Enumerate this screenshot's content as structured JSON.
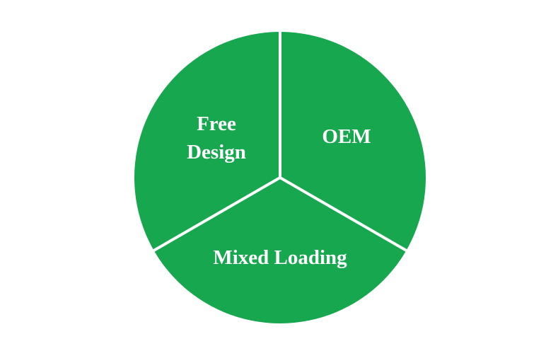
{
  "diagram": {
    "sectors": [
      {
        "id": "free-design",
        "lines": [
          "Free",
          "Design"
        ]
      },
      {
        "id": "oem",
        "lines": [
          "OEM"
        ]
      },
      {
        "id": "mixed-loading",
        "lines": [
          "Mixed Loading"
        ]
      }
    ],
    "colors": {
      "fill": "#17a74f",
      "divider": "#ffffff",
      "text": "#ffffff",
      "background": "#ffffff"
    }
  }
}
